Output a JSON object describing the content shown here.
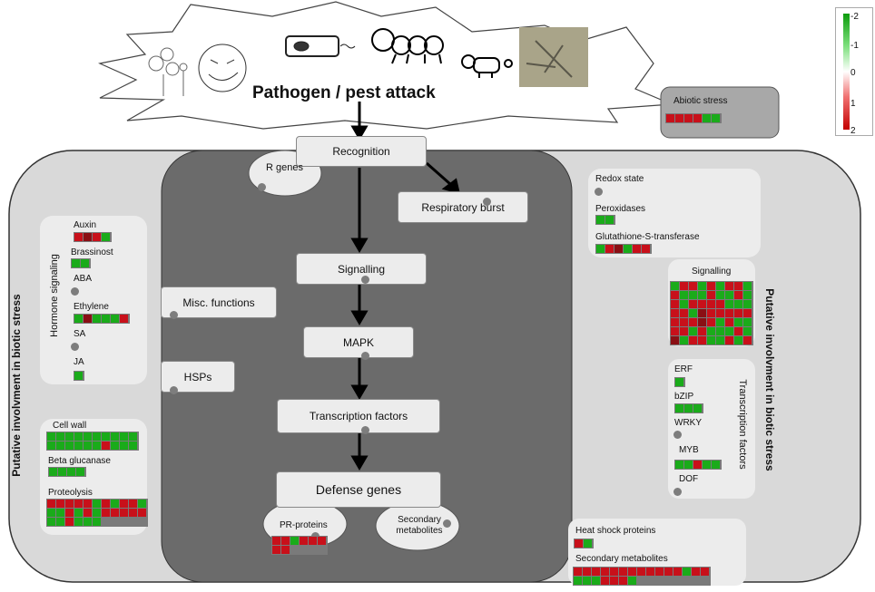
{
  "title": "Pathogen / pest attack",
  "side_label_left": "Putative involvment in biotic stress",
  "side_label_right": "Putative involvment in biotic stress",
  "scale": {
    "ticks": [
      "-2",
      "-1",
      "0",
      "1",
      "2"
    ],
    "colors": {
      "green": "#0d9c0d",
      "white": "#ffffff",
      "red": "#c40000"
    }
  },
  "abiotic": {
    "label": "Abiotic stress",
    "cells": [
      "r",
      "r",
      "r",
      "r",
      "g",
      "g"
    ]
  },
  "center": {
    "recognition": "Recognition",
    "r_genes": "R genes",
    "respiratory_burst": "Respiratory burst",
    "signalling": "Signalling",
    "misc": "Misc. functions",
    "mapk": "MAPK",
    "hsps": "HSPs",
    "transcription_factors": "Transcription factors",
    "defense_genes": "Defense genes",
    "pr_proteins": "PR-proteins",
    "secondary_metabolites": "Secondary metabolites",
    "pr_cells": [
      "r",
      "r",
      "g",
      "r",
      "r",
      "r",
      "r",
      "r"
    ]
  },
  "hormone": {
    "title": "Hormone signaling",
    "auxin": {
      "label": "Auxin",
      "cells": [
        "r",
        "k",
        "r",
        "g"
      ]
    },
    "brassinost": {
      "label": "Brassinost",
      "cells": [
        "g",
        "g"
      ]
    },
    "aba": {
      "label": "ABA"
    },
    "ethylene": {
      "label": "Ethylene",
      "cells": [
        "g",
        "k",
        "g",
        "g",
        "g",
        "r"
      ]
    },
    "sa": {
      "label": "SA"
    },
    "ja": {
      "label": "JA",
      "cells": [
        "g"
      ]
    }
  },
  "cellwall": {
    "cell_wall": {
      "label": "Cell wall",
      "cells": [
        "g",
        "g",
        "g",
        "g",
        "g",
        "g",
        "g",
        "g",
        "g",
        "g",
        "g",
        "g",
        "g",
        "g",
        "g",
        "g",
        "r",
        "g",
        "g",
        "g"
      ]
    },
    "beta_glucanase": {
      "label": "Beta glucanase",
      "cells": [
        "g",
        "g",
        "g",
        "g"
      ]
    },
    "proteolysis": {
      "label": "Proteolysis",
      "cells": [
        "r",
        "r",
        "r",
        "r",
        "r",
        "g",
        "r",
        "g",
        "r",
        "r",
        "g",
        "g",
        "g",
        "r",
        "g",
        "r",
        "g",
        "r",
        "r",
        "r",
        "r",
        "r",
        "g",
        "g",
        "r",
        "g",
        "g",
        "g"
      ]
    }
  },
  "redox": {
    "redox_state": "Redox state",
    "peroxidases": {
      "label": "Peroxidases",
      "cells": [
        "g",
        "g"
      ]
    },
    "gst": {
      "label": "Glutathione-S-transferase",
      "cells": [
        "g",
        "r",
        "k",
        "g",
        "r",
        "r"
      ]
    }
  },
  "signalling_right": {
    "label": "Signalling",
    "cells": [
      "g",
      "r",
      "r",
      "g",
      "r",
      "g",
      "r",
      "r",
      "g",
      "r",
      "g",
      "g",
      "g",
      "r",
      "g",
      "g",
      "r",
      "g",
      "r",
      "g",
      "r",
      "r",
      "r",
      "r",
      "g",
      "g",
      "g",
      "r",
      "r",
      "g",
      "k",
      "r",
      "r",
      "r",
      "r",
      "r",
      "r",
      "r",
      "r",
      "k",
      "r",
      "g",
      "r",
      "g",
      "g",
      "r",
      "r",
      "g",
      "r",
      "g",
      "g",
      "g",
      "r",
      "g",
      "k",
      "g",
      "r",
      "r",
      "g",
      "g",
      "r",
      "g",
      "r"
    ]
  },
  "tf": {
    "title": "Transcription factors",
    "erf": {
      "label": "ERF",
      "cells": [
        "g"
      ]
    },
    "bzip": {
      "label": "bZIP",
      "cells": [
        "g",
        "g",
        "g"
      ]
    },
    "wrky": {
      "label": "WRKY"
    },
    "myb": {
      "label": "MYB",
      "cells": [
        "g",
        "g",
        "r",
        "g",
        "g"
      ]
    },
    "dof": {
      "label": "DOF"
    }
  },
  "bottom_right": {
    "hsp": {
      "label": "Heat shock proteins",
      "cells": [
        "r",
        "g"
      ]
    },
    "secmet": {
      "label": "Secondary metabolites",
      "cells": [
        "r",
        "r",
        "r",
        "r",
        "r",
        "r",
        "r",
        "r",
        "r",
        "r",
        "r",
        "r",
        "g",
        "r",
        "r",
        "g",
        "g",
        "g",
        "r",
        "r",
        "r",
        "g"
      ]
    }
  }
}
